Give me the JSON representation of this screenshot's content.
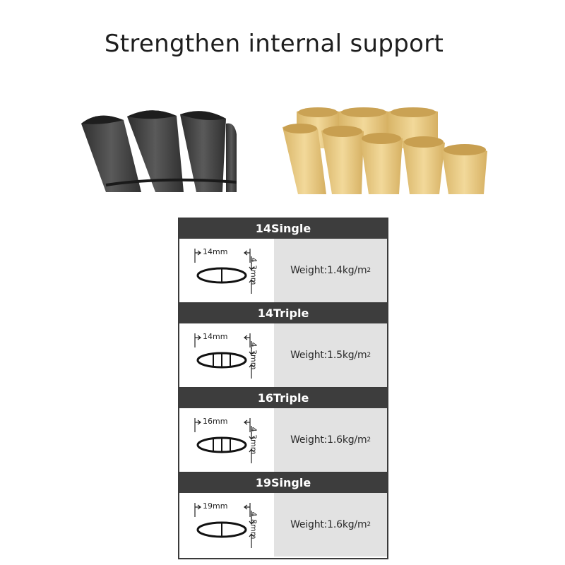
{
  "title": "Strengthen internal support",
  "photos": {
    "left": {
      "color": "#4a4a4a",
      "description_icon": "black-hollow-slat-profiles-icon"
    },
    "right": {
      "color": "#e8c87a",
      "description_icon": "beige-hollow-slat-profiles-icon"
    }
  },
  "colors": {
    "header_bg": "#3d3d3d",
    "weight_bg": "#e2e2e2"
  },
  "specs": [
    {
      "name": "14Single",
      "width": "14mm",
      "height": "4.3mm",
      "weight_label": "Weight:1.4kg/m",
      "weight_unit_sup": "2",
      "ribs": 1
    },
    {
      "name": "14Triple",
      "width": "14mm",
      "height": "4.3mm",
      "weight_label": "Weight:1.5kg/m",
      "weight_unit_sup": "2",
      "ribs": 3
    },
    {
      "name": "16Triple",
      "width": "16mm",
      "height": "4.3mm",
      "weight_label": "Weight:1.6kg/m",
      "weight_unit_sup": "2",
      "ribs": 3
    },
    {
      "name": "19Single",
      "width": "19mm",
      "height": "4.8mm",
      "weight_label": "Weight:1.6kg/m",
      "weight_unit_sup": "2",
      "ribs": 1
    }
  ]
}
